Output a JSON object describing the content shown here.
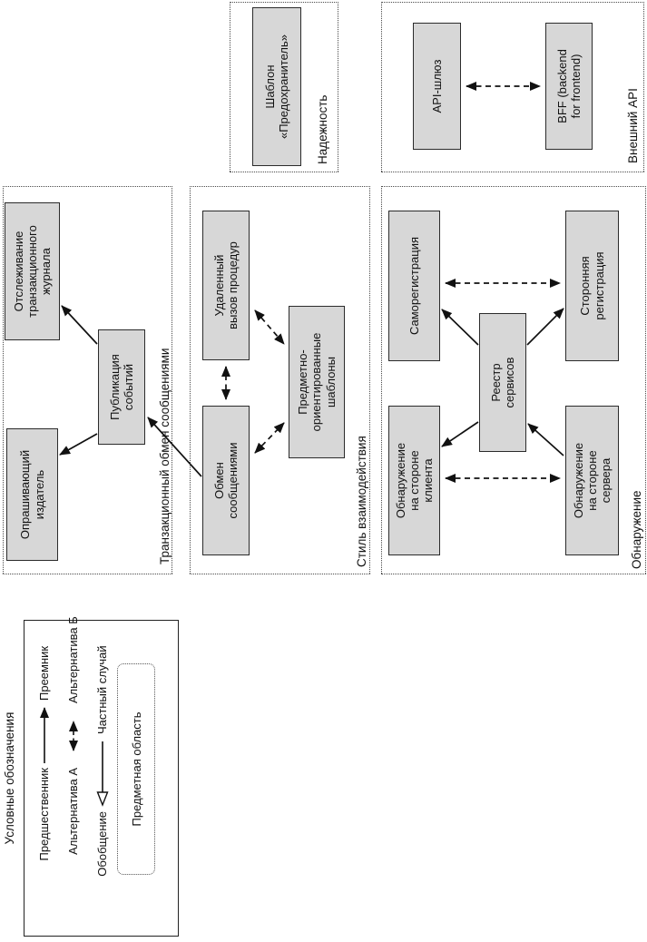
{
  "colors": {
    "node_fill": "#d7d7d7",
    "node_border": "#2b2b2b",
    "section_border": "#4a4a4a",
    "arrow": "#111111",
    "text": "#111111",
    "background": "#ffffff"
  },
  "legend": {
    "title": "Условные обозначения",
    "rows": [
      {
        "left": "Предшественник",
        "right": "Преемник",
        "arrow": "solid-arrow"
      },
      {
        "left": "Альтернатива А",
        "right": "Альтернатива Б",
        "arrow": "dashed-double-arrow"
      },
      {
        "left": "Обобщение",
        "right": "Частный случай",
        "arrow": "generalization-open-arrow"
      }
    ],
    "domain_label": "Предметная область"
  },
  "sections": {
    "transactional_messaging": {
      "label": "Транзакционный обмен сообщениями",
      "nodes": {
        "polling_publisher": "Опрашивающий\nиздатель",
        "transaction_log_tailing": "Отслеживание\nтранзакционного\nжурнала",
        "event_publishing": "Публикация\nсобытий"
      }
    },
    "interaction_style": {
      "label": "Стиль взаимодействия",
      "nodes": {
        "messaging": "Обмен\nсообщениями",
        "rpc": "Удаленный\nвызов процедур",
        "domain_specific_patterns": "Предметно-\nориентированные\nшаблоны"
      }
    },
    "discovery": {
      "label": "Обнаружение",
      "nodes": {
        "client_side_discovery": "Обнаружение\nна стороне\nклиента",
        "self_registration": "Саморегистрация",
        "service_registry": "Реестр\nсервисов",
        "server_side_discovery": "Обнаружение\nна стороне\nсервера",
        "third_party_registration": "Сторонняя\nрегистрация"
      }
    },
    "reliability": {
      "label": "Надежность",
      "nodes": {
        "circuit_breaker": "Шаблон\n«Предохранитель»"
      }
    },
    "external_api": {
      "label": "Внешний API",
      "nodes": {
        "api_gateway": "API-шлюз",
        "bff": "BFF (backend\nfor frontend)"
      }
    }
  },
  "edges": [
    {
      "from": "event_publishing",
      "to": "polling_publisher",
      "style": "solid"
    },
    {
      "from": "event_publishing",
      "to": "transaction_log_tailing",
      "style": "solid"
    },
    {
      "from": "messaging",
      "to": "event_publishing",
      "style": "solid"
    },
    {
      "from": "messaging",
      "to": "rpc",
      "style": "dashed-double"
    },
    {
      "from": "rpc",
      "to": "domain_specific_patterns",
      "style": "dashed-double"
    },
    {
      "from": "messaging",
      "to": "domain_specific_patterns",
      "style": "dashed-double"
    },
    {
      "from": "service_registry",
      "to": "client_side_discovery",
      "style": "solid"
    },
    {
      "from": "service_registry",
      "to": "self_registration",
      "style": "solid"
    },
    {
      "from": "service_registry",
      "to": "third_party_registration",
      "style": "solid"
    },
    {
      "from": "server_side_discovery",
      "to": "service_registry",
      "style": "solid"
    },
    {
      "from": "client_side_discovery",
      "to": "server_side_discovery",
      "style": "dashed-double"
    },
    {
      "from": "self_registration",
      "to": "third_party_registration",
      "style": "dashed-double"
    },
    {
      "from": "api_gateway",
      "to": "bff",
      "style": "dashed-double"
    }
  ]
}
